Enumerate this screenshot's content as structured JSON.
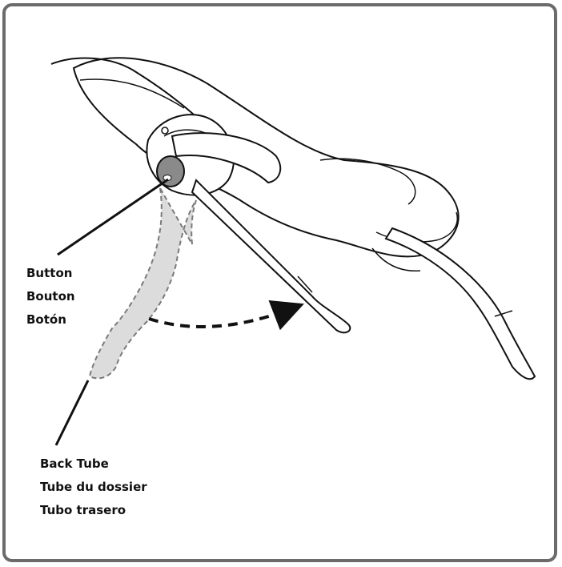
{
  "labels": {
    "button": [
      "Button",
      "Bouton",
      "Botón"
    ],
    "back_tube": [
      "Back Tube",
      "Tube du dossier",
      "Tubo trasero"
    ]
  },
  "colors": {
    "frame": "#6b6b6b",
    "line": "#111111",
    "button_fill": "#8a8a8a",
    "ghost_tube": "#dcdcdc"
  }
}
